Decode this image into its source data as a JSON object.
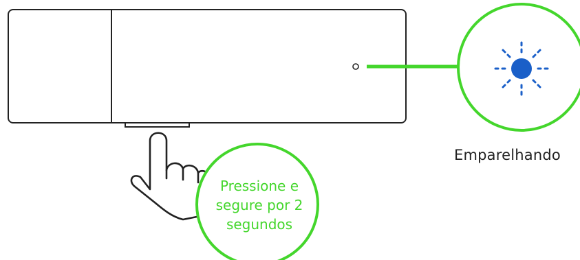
{
  "status_callout": {
    "label": "Emparelhando",
    "led_state": "pairing-blinking-blue",
    "led_color": "#1a5fc8"
  },
  "press_callout": {
    "lines": [
      "Pressione e",
      "segure por 2",
      "segundos"
    ],
    "text_color": "#44d62c"
  },
  "colors": {
    "accent": "#44d62c",
    "outline": "#222222",
    "background": "#ffffff"
  }
}
